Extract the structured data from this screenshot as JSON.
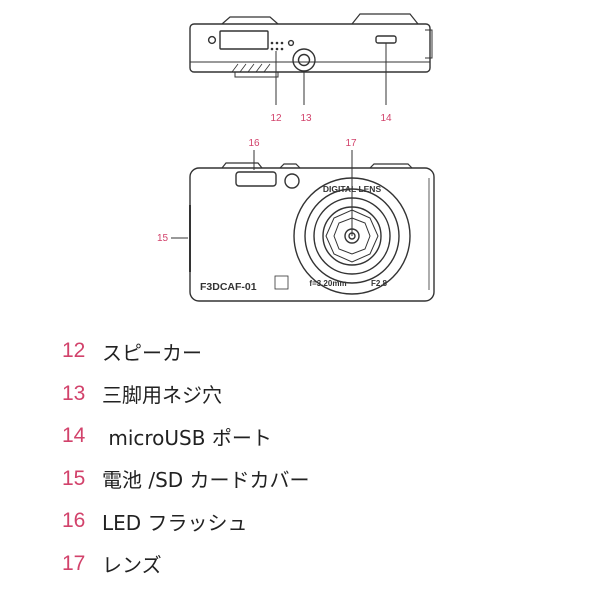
{
  "diagram": {
    "camera_model": "F3DCAF-01",
    "lens_ring_top": "DIGITAL LENS",
    "lens_ring_left": "f=3.20mm",
    "lens_ring_right": "F2.8",
    "callouts": {
      "speaker": "12",
      "tripod": "13",
      "usb": "14",
      "battery": "15",
      "flash": "16",
      "lens": "17"
    }
  },
  "legend": {
    "items": [
      {
        "num": "12",
        "label": "スピーカー"
      },
      {
        "num": "13",
        "label": "三脚用ネジ穴"
      },
      {
        "num": "14",
        "label": " microUSB ポート"
      },
      {
        "num": "15",
        "label": "電池 /SD カードカバー"
      },
      {
        "num": "16",
        "label": "LED フラッシュ"
      },
      {
        "num": "17",
        "label": "レンズ"
      }
    ]
  },
  "colors": {
    "callout": "#d2426b",
    "outline": "#333333"
  }
}
